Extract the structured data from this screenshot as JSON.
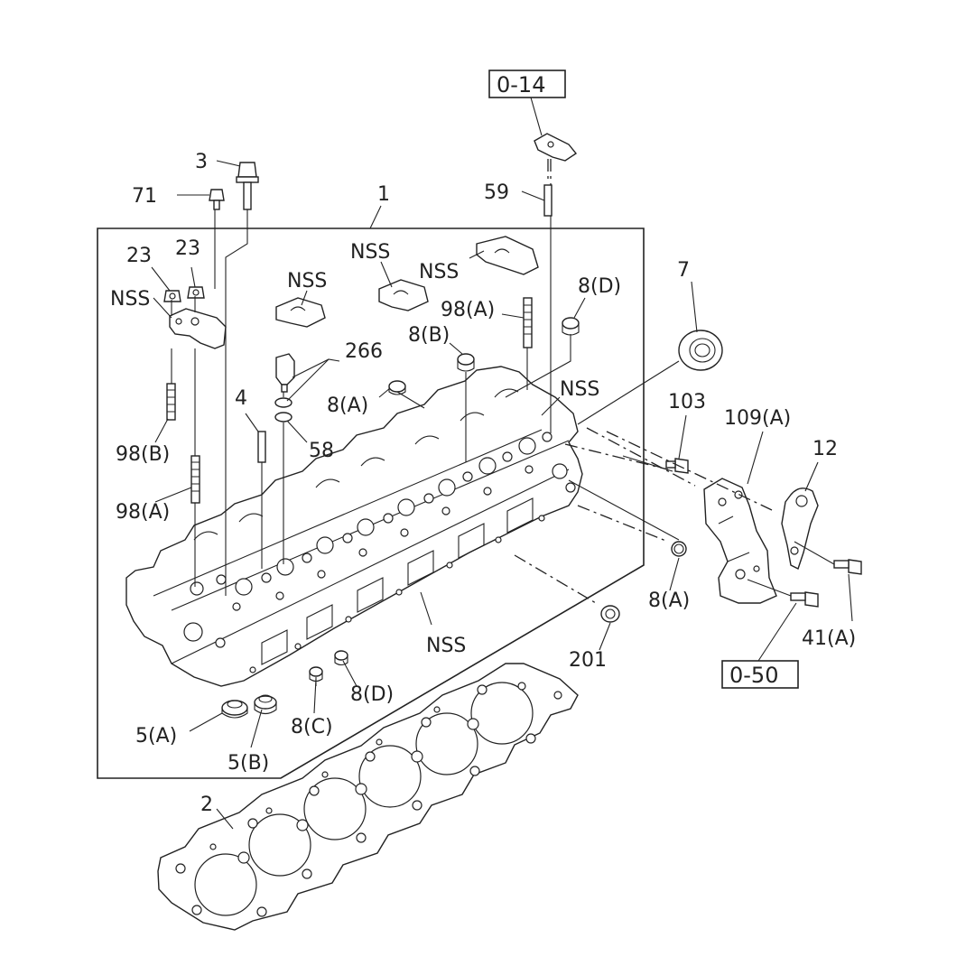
{
  "callouts": {
    "c1": "1",
    "c2": "2",
    "c3": "3",
    "c4": "4",
    "c5a": "5(A)",
    "c5b": "5(B)",
    "c7": "7",
    "c8a_top": "8(A)",
    "c8b": "8(B)",
    "c8c": "8(C)",
    "c8d_top": "8(D)",
    "c8d_bot": "8(D)",
    "c8a_right": "8(A)",
    "c12": "12",
    "c23a": "23",
    "c23b": "23",
    "c41a": "41(A)",
    "c58": "58",
    "c59": "59",
    "c71": "71",
    "c98a_left": "98(A)",
    "c98b": "98(B)",
    "c98a_top": "98(A)",
    "c103": "103",
    "c109a": "109(A)",
    "c201": "201",
    "c266": "266",
    "nss1": "NSS",
    "nss2": "NSS",
    "nss3": "NSS",
    "nss4": "NSS",
    "nss5": "NSS",
    "nss6": "NSS"
  },
  "references": {
    "ref_top": "0-14",
    "ref_bottom": "0-50"
  },
  "colors": {
    "line": "#222222",
    "background": "#ffffff"
  }
}
